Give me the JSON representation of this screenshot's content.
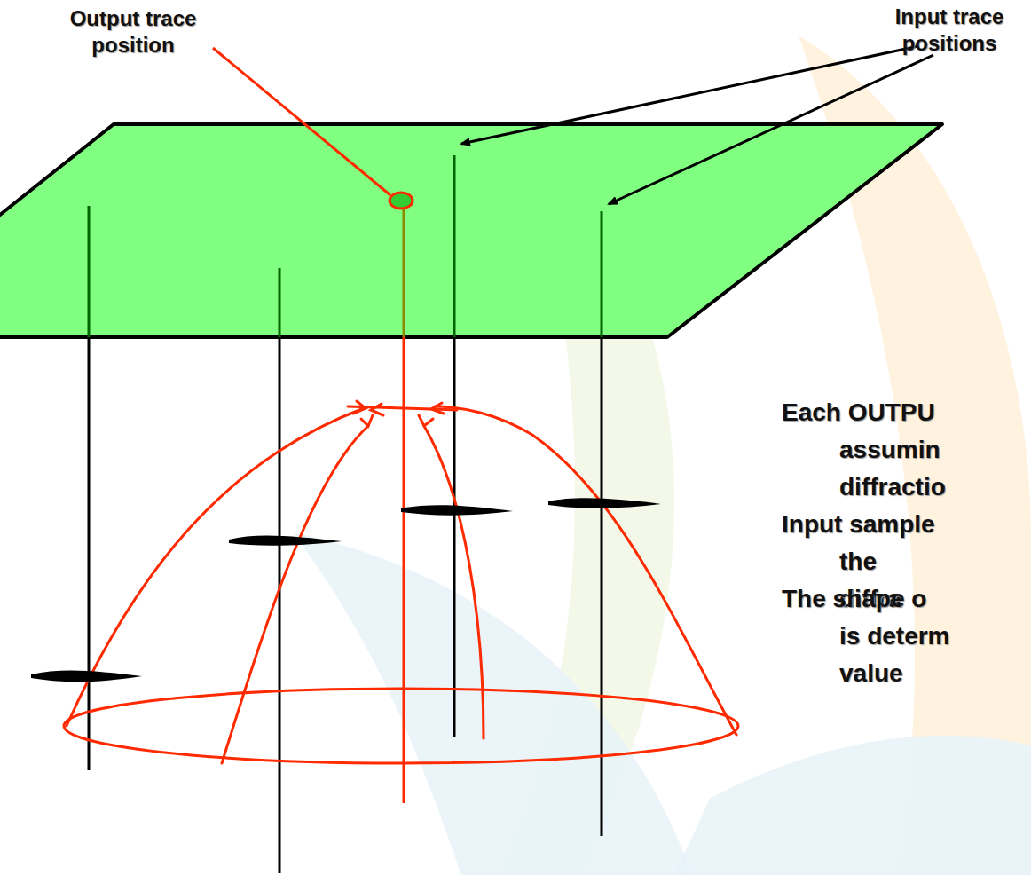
{
  "diagram": {
    "labels": [
      "Output trace position",
      "Input trace positions",
      "Each OUTPU assumin diffractio",
      "Input sample the diffra",
      "The shape o is determ value"
    ]
  }
}
